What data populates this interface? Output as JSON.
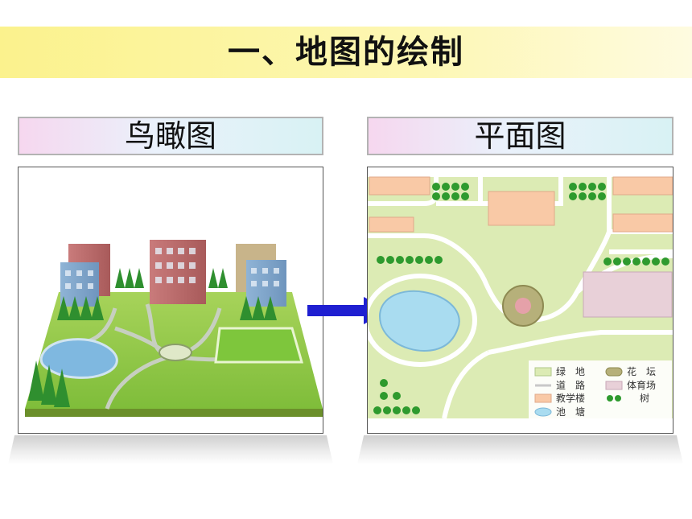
{
  "title": "一、地图的绘制",
  "left_label": "鸟瞰图",
  "right_label": "平面图",
  "legend": {
    "items": [
      {
        "key": "green",
        "label": "绿　地"
      },
      {
        "key": "road",
        "label": "道　路"
      },
      {
        "key": "building",
        "label": "教学楼"
      },
      {
        "key": "pond",
        "label": "池　塘"
      },
      {
        "key": "flower",
        "label": "花　坛"
      },
      {
        "key": "sports",
        "label": "体育场"
      },
      {
        "key": "tree",
        "label": "树"
      }
    ]
  },
  "colors": {
    "title_bar": "#fbf28d",
    "grass": "#dcebb4",
    "road": "#ffffff",
    "building": "#f9c9a6",
    "pond": "#a9dcf0",
    "sports": "#e8d0d8",
    "tree": "#2e9a2e",
    "arrow": "#1f1fd1"
  }
}
